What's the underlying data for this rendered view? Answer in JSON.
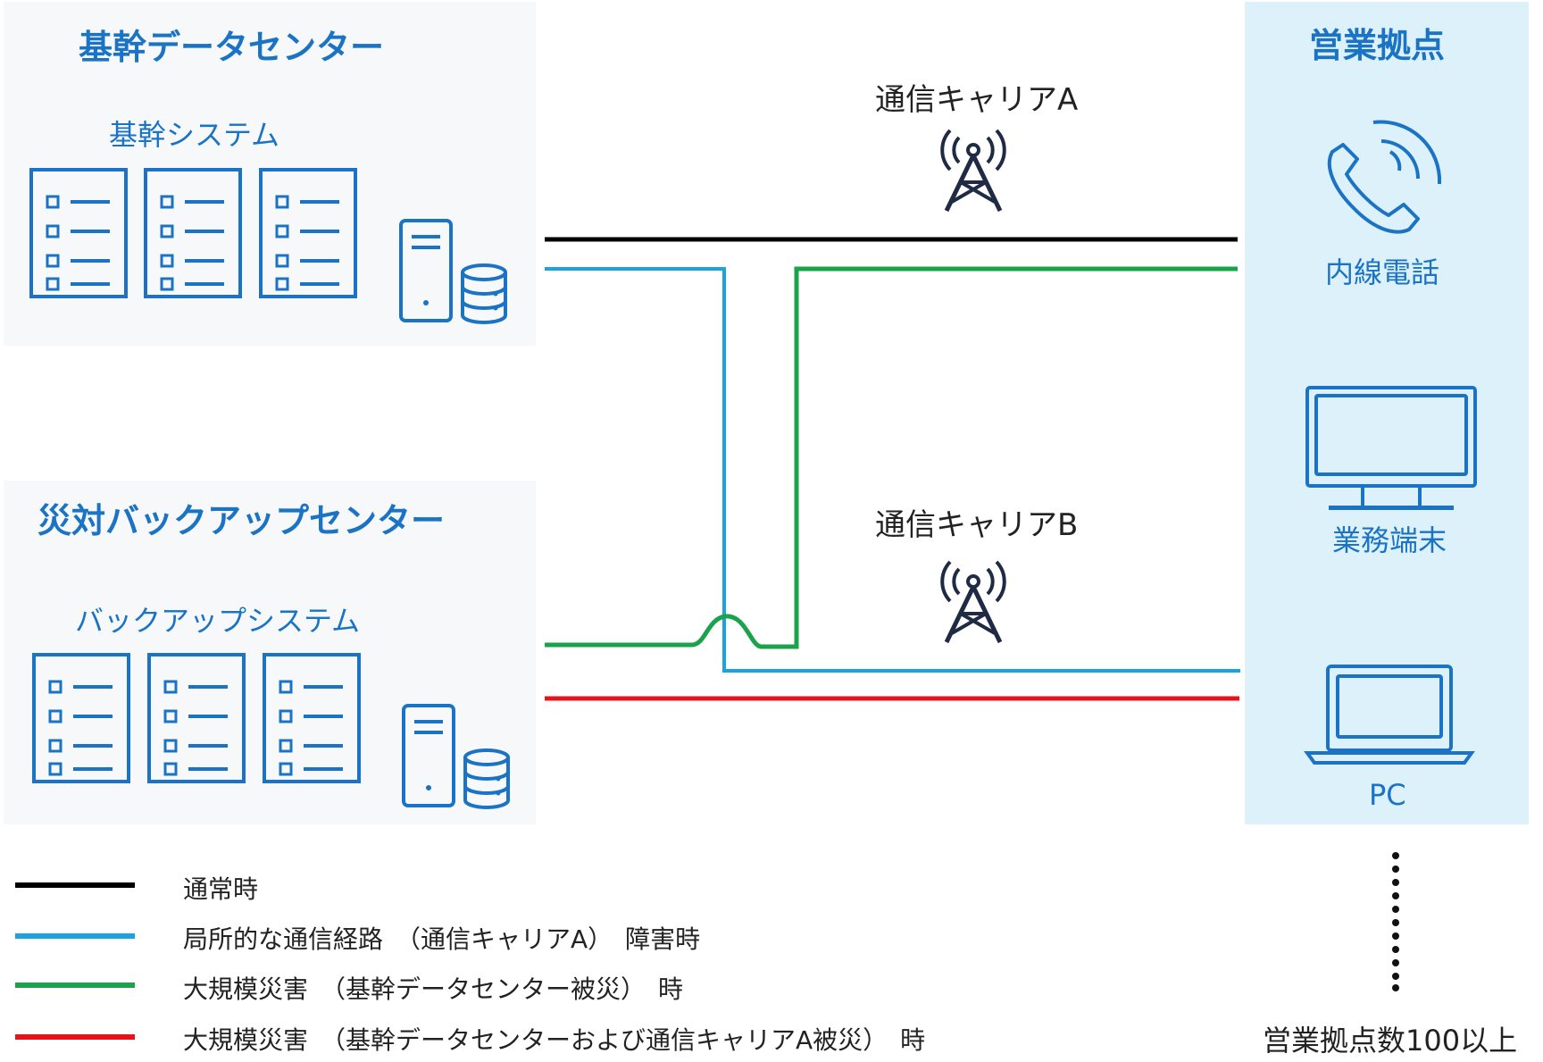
{
  "core_dc": {
    "title": "基幹データセンター",
    "system_label": "基幹システム"
  },
  "backup_dc": {
    "title": "災対バックアップセンター",
    "system_label": "バックアップシステム"
  },
  "sales_site": {
    "title": "営業拠点",
    "devices": [
      "内線電話",
      "業務端末",
      "PC"
    ],
    "count_note": "営業拠点数100以上"
  },
  "carriers": [
    "通信キャリアA",
    "通信キャリアB"
  ],
  "legend": [
    {
      "label": "通常時",
      "color": "#000000"
    },
    {
      "label": "局所的な通信経路　（通信キャリアA）　障害時",
      "color": "#1aa3e0"
    },
    {
      "label": "大規模災害　（基幹データセンター被災）　時",
      "color": "#1aa34a"
    },
    {
      "label": "大規模災害　（基幹データセンターおよび通信キャリアA被災）　時",
      "color": "#e5141b"
    }
  ],
  "colors": {
    "accent": "#1a73c4",
    "normal": "#000000",
    "carrier_a_fault": "#1aa3e0",
    "core_disaster": "#1aa34a",
    "full_disaster": "#e5141b",
    "tower": "#1f2a44"
  },
  "icons": [
    "server-rack-icon",
    "tower-pc-icon",
    "database-icon",
    "cell-tower-icon",
    "phone-icon",
    "monitor-icon",
    "laptop-icon"
  ]
}
